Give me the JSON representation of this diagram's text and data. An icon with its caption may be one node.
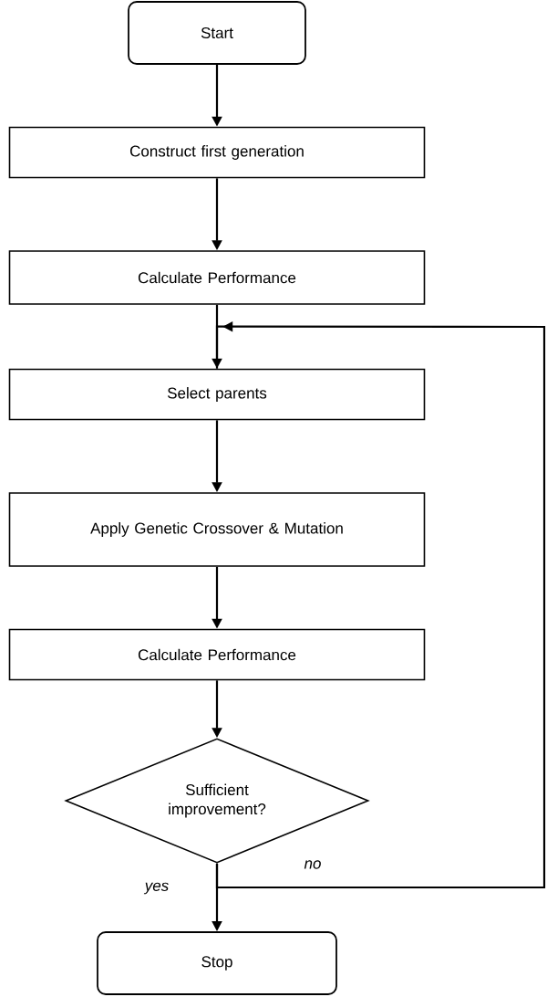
{
  "diagram": {
    "nodes": [
      {
        "text": [
          "Start"
        ]
      },
      {
        "text": [
          "Construct first generation"
        ]
      },
      {
        "text": [
          "Calculate Performance"
        ]
      },
      {
        "text": [
          "Select parents"
        ]
      },
      {
        "text": [
          "Apply Genetic Crossover & Mutation"
        ]
      },
      {
        "text": [
          "Calculate Performance"
        ]
      },
      {
        "text": [
          "Sufficient improvement?"
        ]
      },
      {
        "text": [
          "Stop"
        ]
      }
    ],
    "edges": [
      {
        "from": 0,
        "to": 1,
        "arrow": "to"
      },
      {
        "from": 1,
        "to": 2,
        "arrow": "to"
      },
      {
        "from": 2,
        "to": 3,
        "arrow": "to"
      },
      {
        "from": 3,
        "to": 4,
        "arrow": "to"
      },
      {
        "from": 4,
        "to": 5,
        "arrow": "to"
      },
      {
        "from": 5,
        "to": 6,
        "arrow": "to"
      },
      {
        "from": 6,
        "to": 7,
        "arrow": "to",
        "label": "yes"
      },
      {
        "from": 6,
        "to": 3,
        "arrow": "to",
        "label": "no"
      }
    ]
  }
}
